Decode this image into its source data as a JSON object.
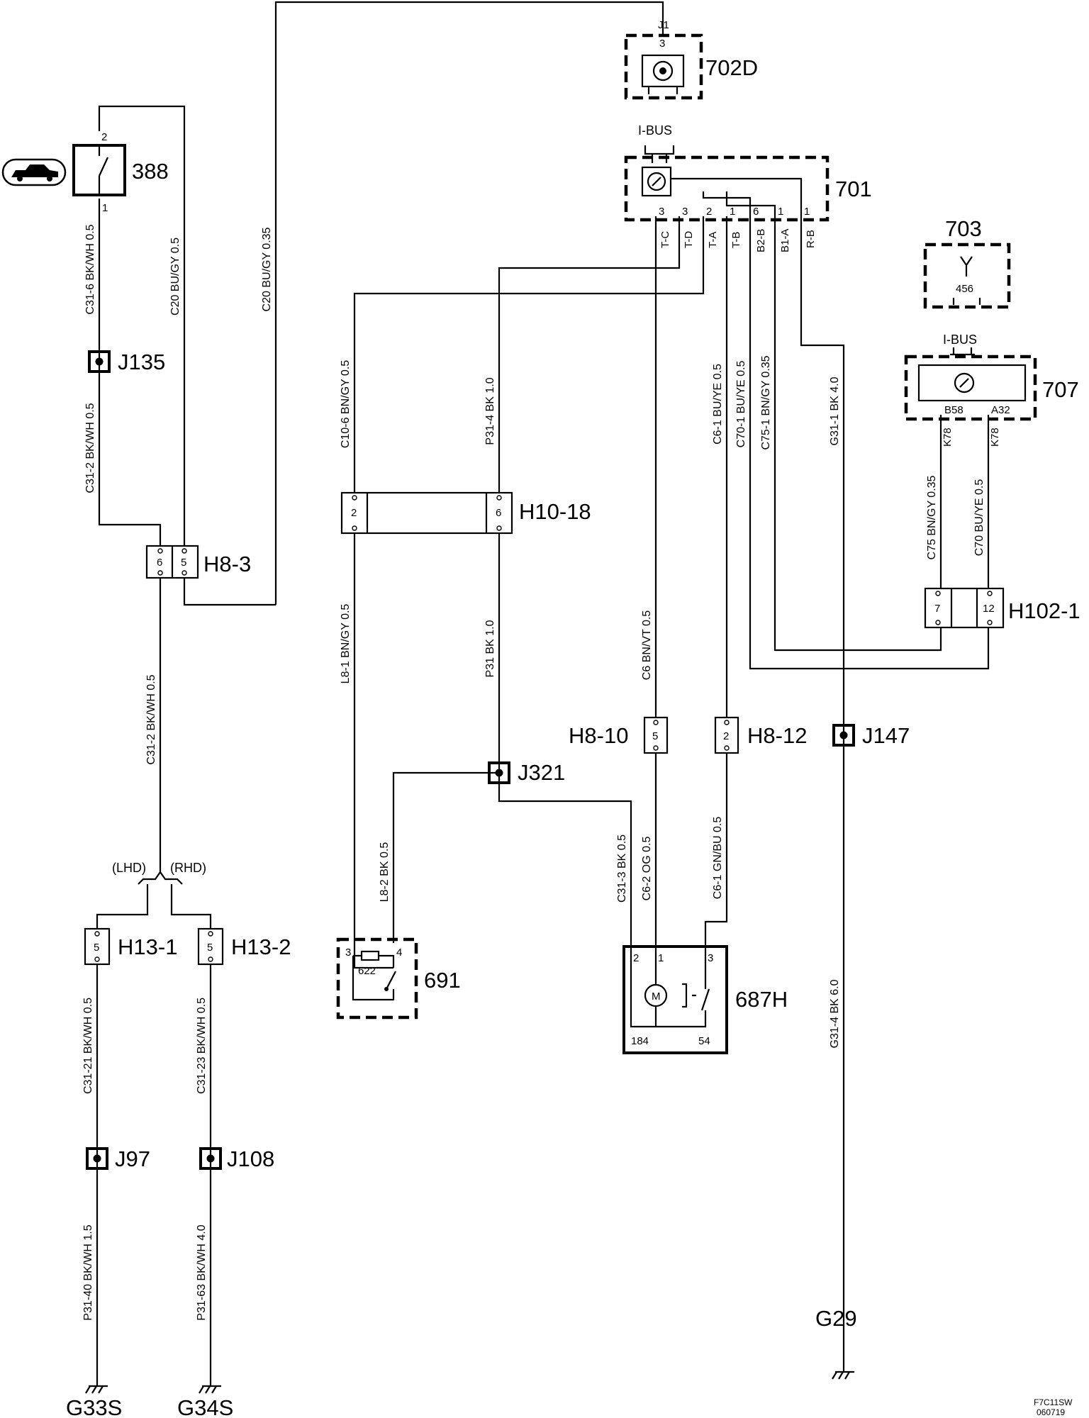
{
  "components": {
    "c702d": "702D",
    "c701": "701",
    "c703": "703",
    "c707": "707",
    "c388": "388",
    "c691": "691",
    "c687h": "687H"
  },
  "connectors": {
    "h8_3": "H8-3",
    "h10_18": "H10-18",
    "h102_1": "H102-1",
    "h8_10": "H8-10",
    "h8_12": "H8-12",
    "h13_1": "H13-1",
    "h13_2": "H13-2"
  },
  "junctions": {
    "j135": "J135",
    "j321": "J321",
    "j147": "J147",
    "j97": "J97",
    "j108": "J108"
  },
  "grounds": {
    "g29": "G29",
    "g33s": "G33S",
    "g34s": "G34S"
  },
  "bus_labels": {
    "ibus_701": "I-BUS",
    "ibus_707": "I-BUS"
  },
  "variants": {
    "lhd": "(LHD)",
    "rhd": "(RHD)"
  },
  "wires": {
    "c31_6": "C31-6 BK/WH 0.5",
    "c20_bugy_05": "C20 BU/GY 0.5",
    "c20_bugy_035": "C20 BU/GY 0.35",
    "c31_2_top": "C31-2 BK/WH 0.5",
    "c31_2_bottom": "C31-2 BK/WH 0.5",
    "c10_6": "C10-6 BN/GY 0.5",
    "p31_4": "P31-4 BK 1.0",
    "l8_1": "L8-1 BN/GY 0.5",
    "p31": "P31 BK 1.0",
    "l8_2": "L8-2 BK 0.5",
    "c6": "C6 BN/VT 0.5",
    "c6_1_buye": "C6-1 BU/YE 0.5",
    "c70_1": "C70-1 BU/YE 0.5",
    "c75_1": "C75-1 BN/GY 0.35",
    "g31_1": "G31-1 BK 4.0",
    "c75": "C75 BN/GY 0.35",
    "c70": "C70 BU/YE 0.5",
    "c31_3": "C31-3 BK 0.5",
    "c6_2": "C6-2 OG 0.5",
    "c6_1_gnbu": "C6-1 GN/BU 0.5",
    "g31_4": "G31-4 BK 6.0",
    "c31_21": "C31-21 BK/WH 0.5",
    "c31_23": "C31-23 BK/WH 0.5",
    "p31_40": "P31-40 BK/WH 1.5",
    "p31_63": "P31-63 BK/WH 4.0"
  },
  "terminals_701": {
    "p_tc": "3",
    "p_td": "3",
    "p_ta": "2",
    "p_tb": "1",
    "p_b2b": "6",
    "p_b1a": "1",
    "p_rb": "1",
    "s_tc": "T-C",
    "s_td": "T-D",
    "s_ta": "T-A",
    "s_tb": "T-B",
    "s_b2b": "B2-B",
    "s_b1a": "B1-A",
    "s_rb": "R-B"
  },
  "terminals_707": {
    "b58": "B58",
    "a32": "A32",
    "k78a": "K78",
    "k78b": "K78"
  },
  "pins": {
    "j1": "J1",
    "p702d": "3",
    "p388_top": "2",
    "p388_bot": "1",
    "h8_3_a": "6",
    "h8_3_b": "5",
    "h10_18_a": "2",
    "h10_18_b": "6",
    "h102_1_a": "7",
    "h102_1_b": "12",
    "h8_10": "5",
    "h8_12": "2",
    "h13_1": "5",
    "h13_2": "5",
    "p691_a": "3",
    "p691_b": "4",
    "p691_inner": "622",
    "p687_2": "2",
    "p687_1": "1",
    "p687_3": "3",
    "p687_184": "184",
    "p687_54": "54",
    "p687_motor": "M",
    "p703_inner": "456"
  },
  "footer": {
    "code": "F7C11SW",
    "date": "060719"
  }
}
